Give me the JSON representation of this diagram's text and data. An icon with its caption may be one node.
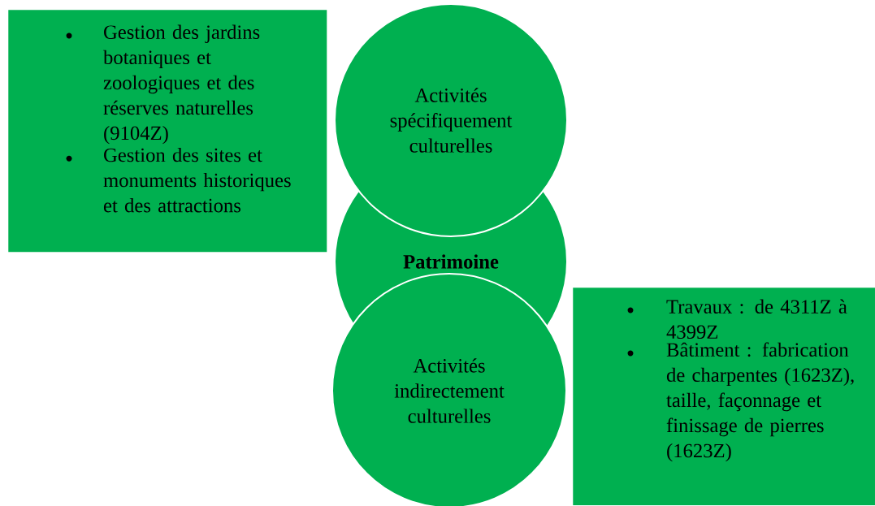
{
  "diagram": {
    "nodes": [
      {
        "text": [
          "Gestion des jardins botaniques et zoologiques et des réserves naturelles (9104Z)",
          "Gestion des sites et monuments historiques et des attractions"
        ]
      },
      {
        "text": [
          "Activités spécifiquement culturelles"
        ]
      },
      {
        "text": [
          "Patrimoine"
        ]
      },
      {
        "text": [
          "Activités indirectement culturelles"
        ]
      },
      {
        "text": [
          "Travaux : de 4311Z à 4399Z",
          "Bâtiment : fabrication de charpentes (1623Z), taille, façonnage et finissage de pierres (1623Z)"
        ]
      }
    ]
  }
}
